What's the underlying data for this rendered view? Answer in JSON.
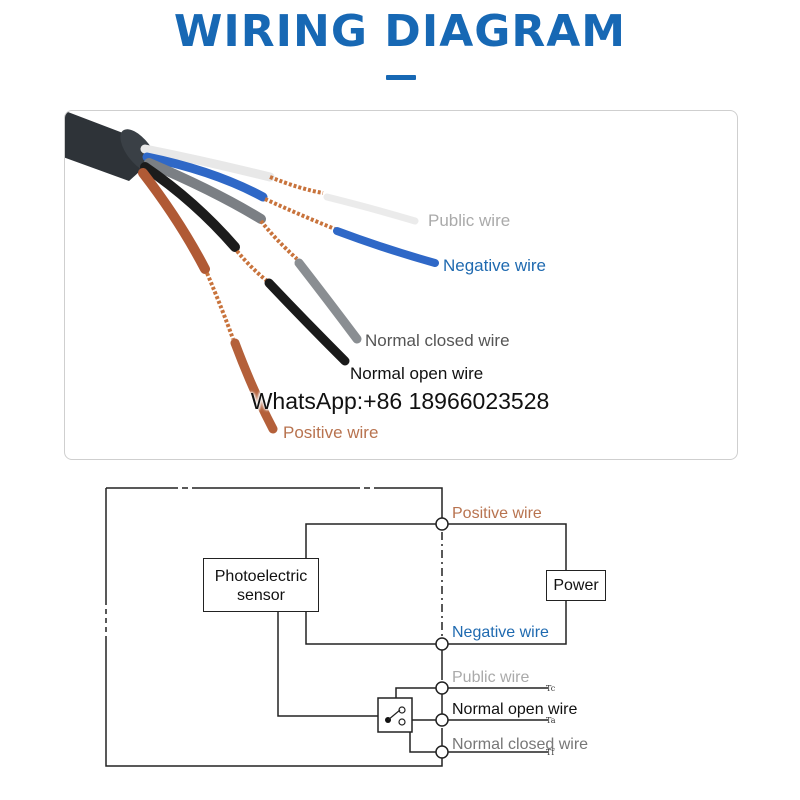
{
  "header": {
    "title": "WIRING DIAGRAM"
  },
  "colors": {
    "accent": "#1768b4",
    "brown": "#b8734f",
    "blue_label": "#1f6ab0",
    "gray_label": "#aaaaaa",
    "dark_gray": "#555555"
  },
  "photo": {
    "labels": {
      "public": "Public wire",
      "negative": "Negative wire",
      "normal_closed": "Normal closed wire",
      "normal_open": "Normal open wire",
      "positive": "Positive wire"
    },
    "watermark": "WhatsApp:+86 18966023528"
  },
  "schematic": {
    "sensor_label": "Photoelectric\nsensor",
    "power_label": "Power",
    "labels": {
      "positive": "Positive wire",
      "negative": "Negative wire",
      "public": "Public wire",
      "normal_open": "Normal open wire",
      "normal_closed": "Normal closed wire"
    },
    "terminals": {
      "tc": "Tc",
      "ta": "Ta",
      "tf": "Tf"
    }
  }
}
